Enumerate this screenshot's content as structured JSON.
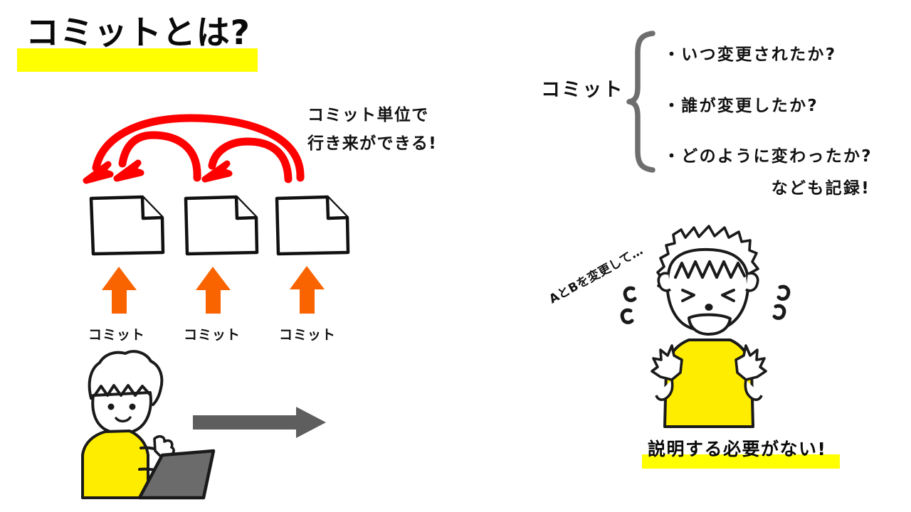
{
  "slide": {
    "background_color": "#ffffff",
    "title": "コミットとは?",
    "title_highlight_color": "#ffff00"
  },
  "left_panel": {
    "annotation_line1": "コミット単位で",
    "annotation_line2": "行き来ができる!",
    "annotation_arrow_color": "#ff0000",
    "documents": [
      {
        "name": "document-1"
      },
      {
        "name": "document-2"
      },
      {
        "name": "document-3"
      }
    ],
    "up_arrow_color": "#fa6400",
    "commit_labels": [
      "コミット",
      "コミット",
      "コミット"
    ],
    "person_shirt_color": "#ffed00",
    "laptop_color": "#6b6b6b",
    "flow_arrow_color": "#5e5e5e"
  },
  "right_panel": {
    "heading": "コミット",
    "brace_color": "#6e6e6e",
    "bullets": [
      "・いつ変更されたか?",
      "・誰が変更したか?",
      "・どのように変わったか?"
    ],
    "footnote": "なども記録!",
    "speech_text": "AとBを変更して…",
    "caption": "説明する必要がない!",
    "caption_highlight_color": "#ffff00",
    "person_shirt_color": "#ffed00"
  }
}
